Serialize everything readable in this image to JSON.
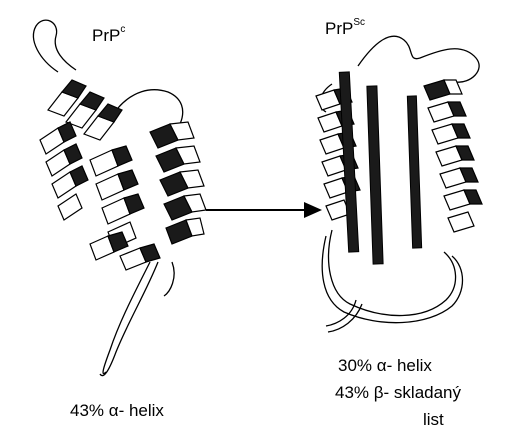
{
  "left_panel": {
    "title_main": "PrP",
    "title_sup": "c",
    "caption_line1": "43% α- helix"
  },
  "right_panel": {
    "title_main": "PrP",
    "title_sup": "Sc",
    "caption_line1": "30% α- helix",
    "caption_line2": "43% β- skladaný",
    "caption_line3": "list"
  },
  "colors": {
    "ink": "#000000",
    "ribbon_front": "#ffffff",
    "ribbon_back": "#1a1a1a",
    "strand": "#1a1a1a"
  }
}
